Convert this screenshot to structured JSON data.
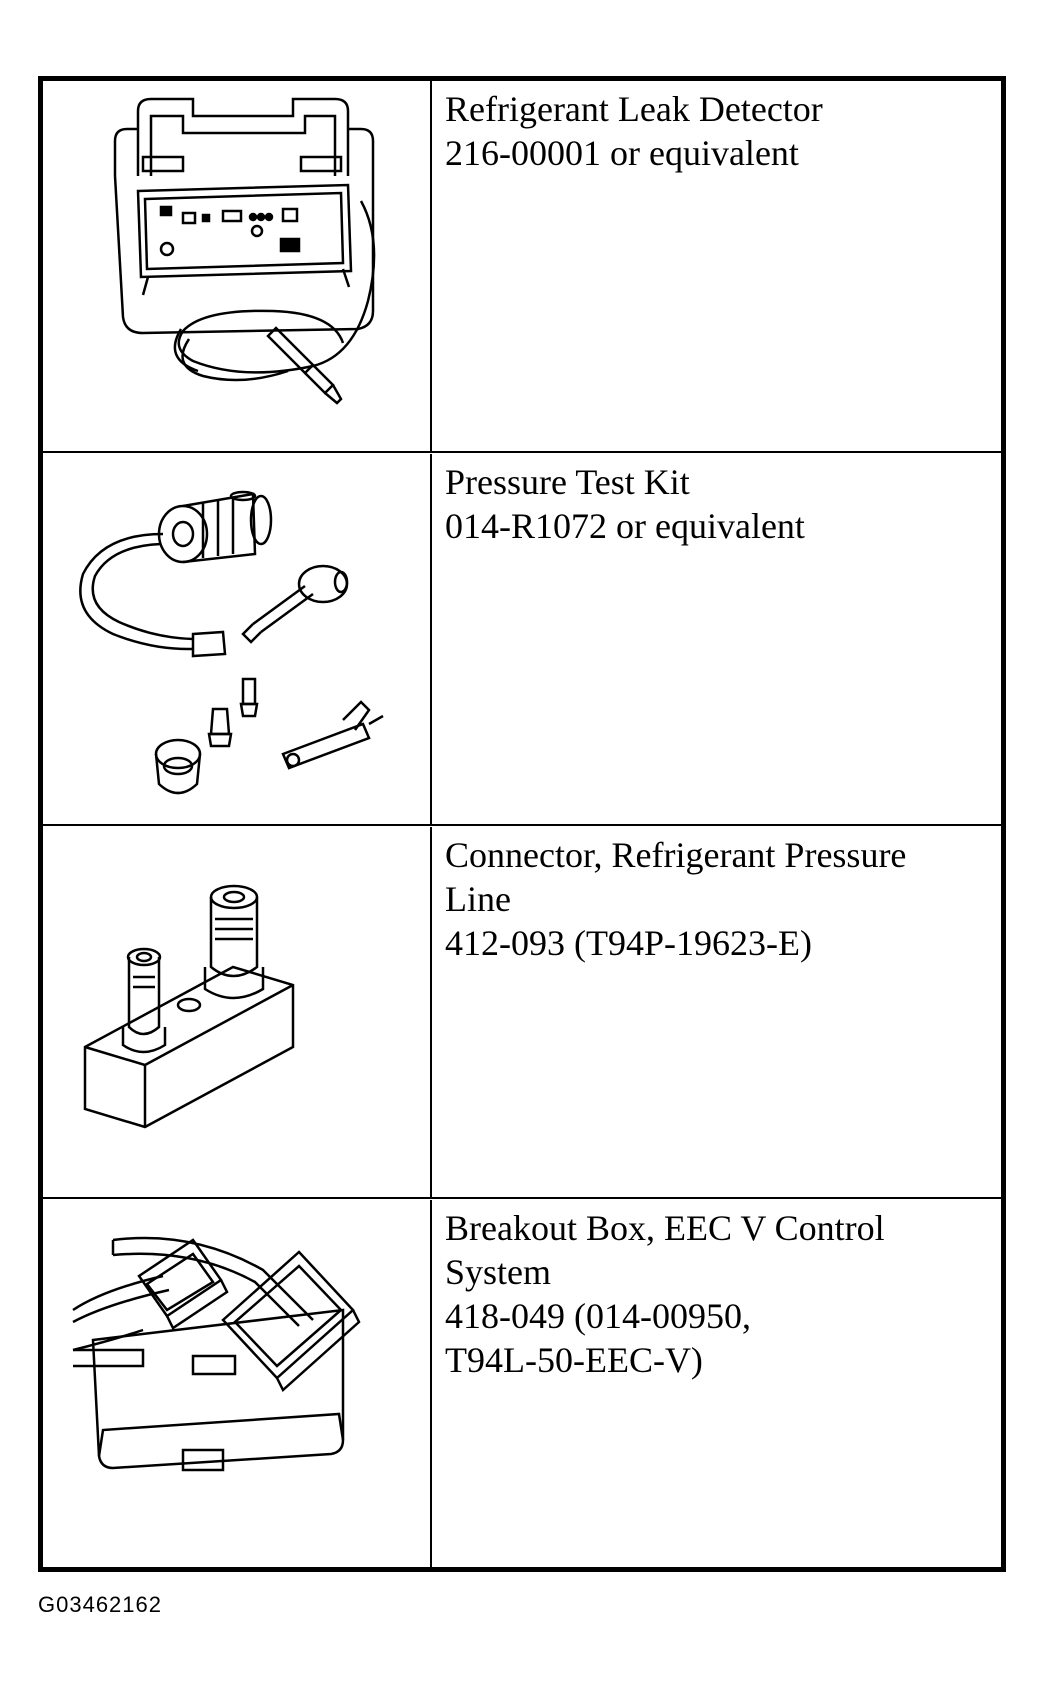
{
  "tools": [
    {
      "lines": [
        "Refrigerant Leak Detector",
        "216-00001 or equivalent"
      ],
      "illustration": "refrigerant-leak-detector-illustration"
    },
    {
      "lines": [
        "Pressure Test Kit",
        "014-R1072 or equivalent"
      ],
      "illustration": "pressure-test-kit-illustration"
    },
    {
      "lines": [
        "Connector, Refrigerant Pressure",
        "Line",
        "412-093 (T94P-19623-E)"
      ],
      "illustration": "pressure-line-connector-illustration"
    },
    {
      "lines": [
        "Breakout Box, EEC V Control",
        "System",
        "418-049 (014-00950,",
        "T94L-50-EEC-V)"
      ],
      "illustration": "breakout-box-illustration"
    }
  ],
  "figure_id": "G03462162"
}
